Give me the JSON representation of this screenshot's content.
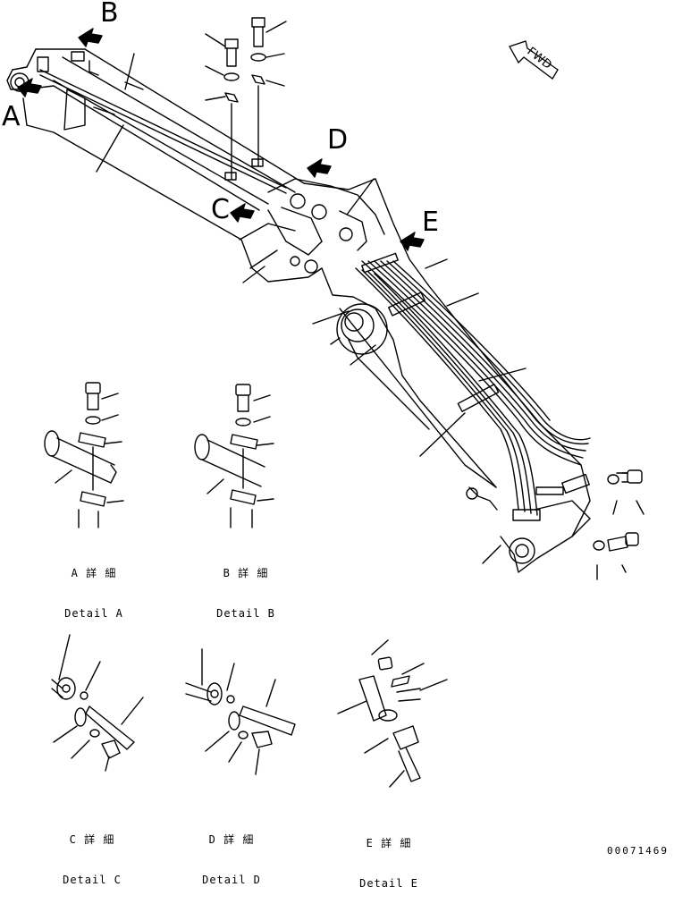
{
  "view_labels": {
    "a": "A",
    "b": "B",
    "c": "C",
    "d": "D",
    "e": "E"
  },
  "direction_marker": {
    "text": "FWD",
    "icon": "forward-arrow-icon"
  },
  "details": [
    {
      "jp": "A 詳 細",
      "en": "Detail A"
    },
    {
      "jp": "B 詳 細",
      "en": "Detail B"
    },
    {
      "jp": "C 詳 細",
      "en": "Detail C"
    },
    {
      "jp": "D 詳 細",
      "en": "Detail D"
    },
    {
      "jp": "E 詳 細",
      "en": "Detail E"
    }
  ],
  "document_number": "00071469",
  "colors": {
    "line": "#000000",
    "background": "#ffffff"
  }
}
